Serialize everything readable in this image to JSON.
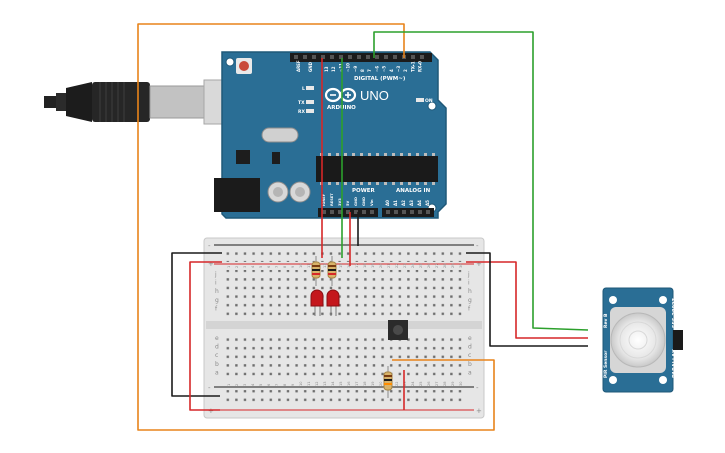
{
  "board": {
    "brand": "ARDUINO",
    "model": "UNO",
    "on_label": "ON",
    "digital_header_label": "DIGITAL (PWM~)",
    "power_label": "POWER",
    "analog_label": "ANALOG IN",
    "led_l": "L",
    "led_tx": "TX",
    "led_rx": "RX",
    "aref": "AREF",
    "gnd": "GND",
    "digital_pins": [
      "13",
      "12",
      "~11",
      "~10",
      "~9",
      "8",
      "7",
      "~6",
      "~5",
      "4",
      "~3",
      "2",
      "TX▸1",
      "RX◂0"
    ],
    "power_pins": [
      "IOREF",
      "RESET",
      "3V3",
      "5V",
      "GND",
      "GND",
      "Vin"
    ],
    "analog_pins": [
      "A0",
      "A1",
      "A2",
      "A3",
      "A4",
      "A5"
    ]
  },
  "breadboard": {
    "row_letters_top": [
      "j",
      "i",
      "h",
      "g",
      "f"
    ],
    "row_letters_bottom": [
      "e",
      "d",
      "c",
      "b",
      "a"
    ],
    "columns": [
      "1",
      "2",
      "3",
      "4",
      "5",
      "6",
      "7",
      "8",
      "9",
      "10",
      "11",
      "12",
      "13",
      "14",
      "15",
      "16",
      "17",
      "18",
      "19",
      "20",
      "21",
      "22",
      "23",
      "24",
      "25",
      "26",
      "27",
      "28",
      "29",
      "30"
    ],
    "plus": "+",
    "minus": "-"
  },
  "pir": {
    "label_top": "PARALLAX",
    "label_bottom": "555-28027",
    "label_rev": "Rev B",
    "label_side": "PIR Sensor"
  },
  "colors": {
    "wire_red": "#d62728",
    "wire_green": "#2ca02c",
    "wire_orange": "#e8841a",
    "wire_black": "#1a1a1a",
    "board": "#2a6e95",
    "led": "#c4161c"
  }
}
